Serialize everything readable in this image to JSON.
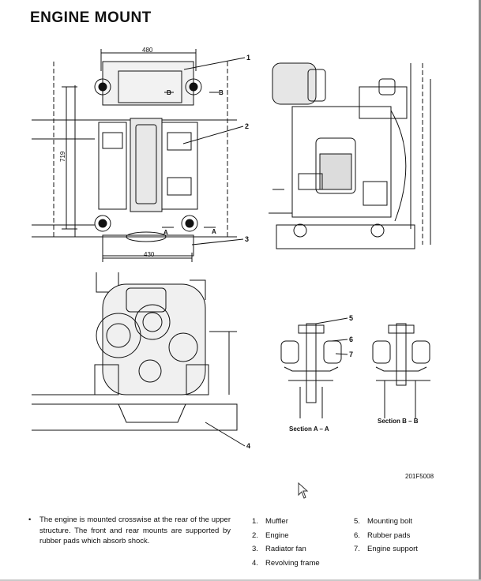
{
  "title": "ENGINE MOUNT",
  "figure": {
    "dim_top": "480",
    "dim_left": "719",
    "dim_bottom": "430",
    "section_a_label": "Section A – A",
    "section_b_label": "Section B – B",
    "figure_code": "201F5008",
    "marker_a": "A",
    "marker_b": "B",
    "callouts": [
      "1",
      "2",
      "3",
      "4",
      "5",
      "6",
      "7"
    ]
  },
  "description": {
    "bullet": "•",
    "text": "The engine is mounted crosswise at the rear of the upper structure.  The front and rear mounts are supported by rubber pads which absorb shock."
  },
  "legend": [
    {
      "num": "1.",
      "label": "Muffler"
    },
    {
      "num": "2.",
      "label": "Engine"
    },
    {
      "num": "3.",
      "label": "Radiator fan"
    },
    {
      "num": "4.",
      "label": "Revolving frame"
    },
    {
      "num": "5.",
      "label": "Mounting bolt"
    },
    {
      "num": "6.",
      "label": "Rubber pads"
    },
    {
      "num": "7.",
      "label": "Engine support"
    }
  ]
}
